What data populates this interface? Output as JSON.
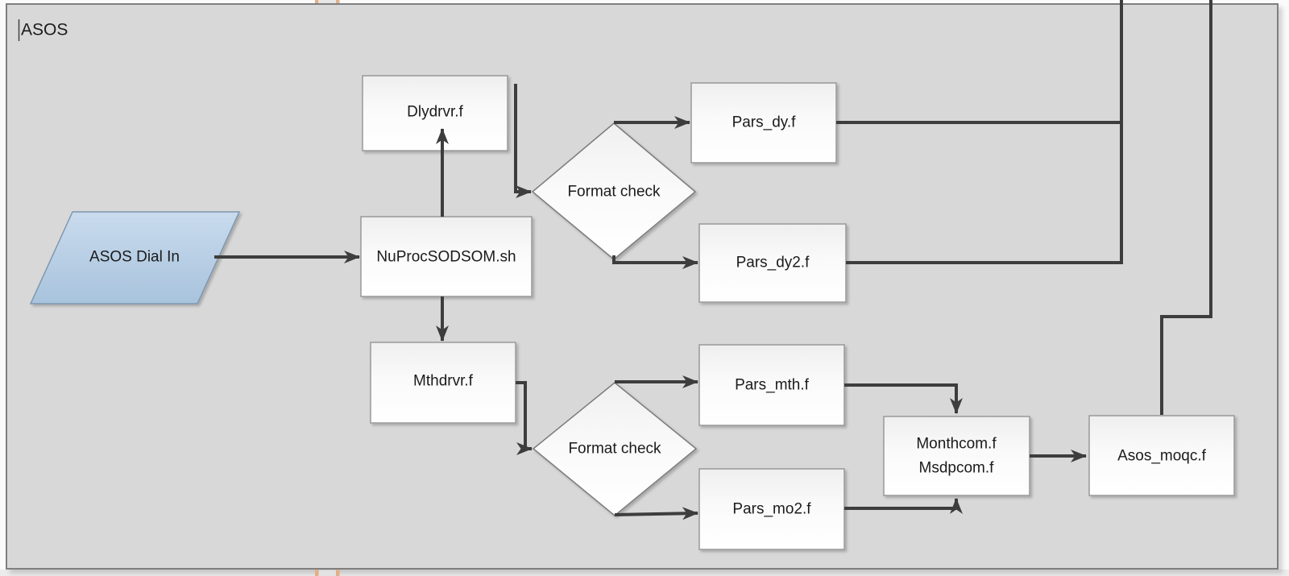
{
  "window": {
    "title_label": "ASOS"
  },
  "colors": {
    "canvas_fill": "#d8d8d8",
    "canvas_border": "#7f7f7f",
    "connector": "#3d3d3d",
    "process_border": "#999999",
    "decision_border": "#7c7c7c",
    "io_fill_top": "#c9dbed",
    "io_fill_bottom": "#a8c3dd",
    "io_border": "#7e97af",
    "guide_tick": "#e2b088"
  },
  "nodes": {
    "asos_dial_in": {
      "label": "ASOS Dial In",
      "shape": "parallelogram"
    },
    "nuproc": {
      "label": "NuProcSODSOM.sh",
      "shape": "process"
    },
    "dlydrvr": {
      "label": "Dlydrvr.f",
      "shape": "process"
    },
    "format_check_daily": {
      "label": "Format check",
      "shape": "decision"
    },
    "pars_dy": {
      "label": "Pars_dy.f",
      "shape": "process"
    },
    "pars_dy2": {
      "label": "Pars_dy2.f",
      "shape": "process"
    },
    "mthdrvr": {
      "label": "Mthdrvr.f",
      "shape": "process"
    },
    "format_check_monthly": {
      "label": "Format check",
      "shape": "decision"
    },
    "pars_mth": {
      "label": "Pars_mth.f",
      "shape": "process"
    },
    "pars_mo2": {
      "label": "Pars_mo2.f",
      "shape": "process"
    },
    "monthcom": {
      "label_line1": "Monthcom.f",
      "label_line2": "Msdpcom.f",
      "shape": "process"
    },
    "asos_moqc": {
      "label": "Asos_moqc.f",
      "shape": "process"
    }
  },
  "edges": [
    {
      "from": "asos_dial_in",
      "to": "nuproc",
      "arrow": true
    },
    {
      "from": "nuproc",
      "to": "dlydrvr",
      "arrow": true
    },
    {
      "from": "nuproc",
      "to": "mthdrvr",
      "arrow": true
    },
    {
      "from": "dlydrvr",
      "to": "format_check_daily",
      "arrow": true
    },
    {
      "from": "format_check_daily",
      "to": "pars_dy",
      "arrow": true
    },
    {
      "from": "format_check_daily",
      "to": "pars_dy2",
      "arrow": true
    },
    {
      "from": "pars_dy",
      "to": "offpage-top",
      "arrow": false
    },
    {
      "from": "pars_dy2",
      "to": "offpage-top",
      "arrow": false
    },
    {
      "from": "offpage-top",
      "to": "asos_moqc",
      "arrow": false
    },
    {
      "from": "mthdrvr",
      "to": "format_check_monthly",
      "arrow": true
    },
    {
      "from": "format_check_monthly",
      "to": "pars_mth",
      "arrow": true
    },
    {
      "from": "format_check_monthly",
      "to": "pars_mo2",
      "arrow": true
    },
    {
      "from": "pars_mth",
      "to": "monthcom",
      "arrow": true
    },
    {
      "from": "pars_mo2",
      "to": "monthcom",
      "arrow": true
    },
    {
      "from": "monthcom",
      "to": "asos_moqc",
      "arrow": true
    }
  ]
}
